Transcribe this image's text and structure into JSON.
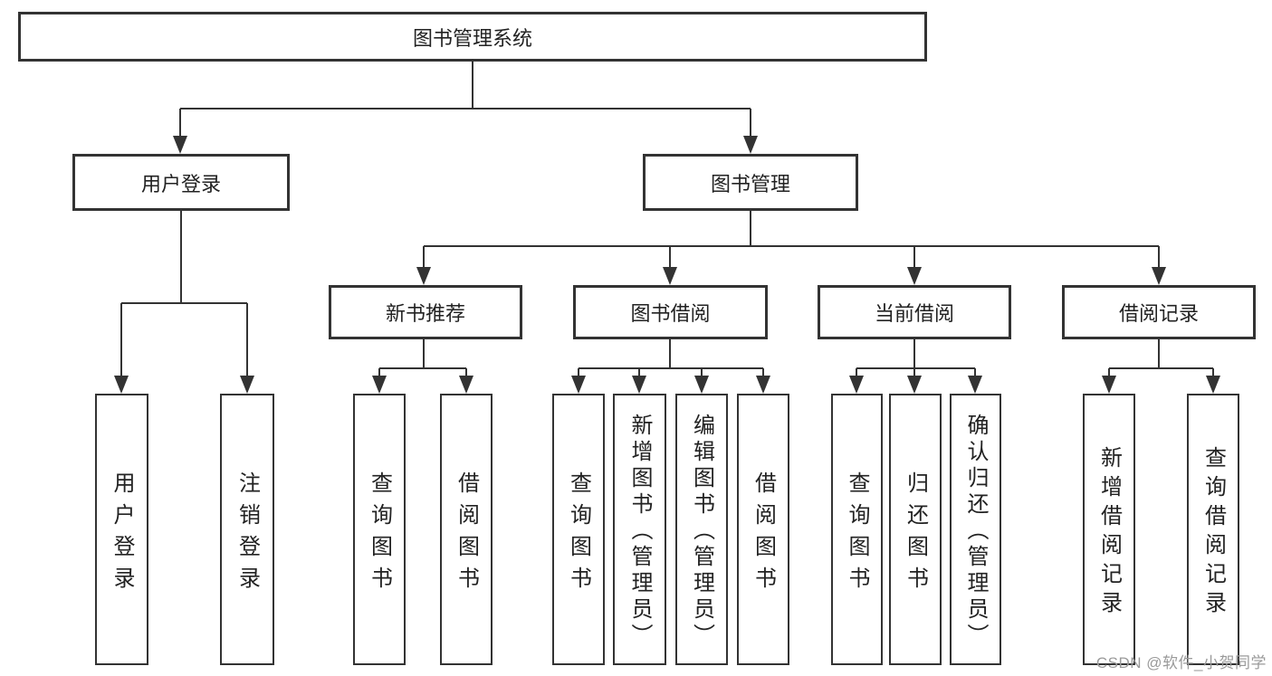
{
  "diagram": {
    "root": {
      "label": "图书管理系统"
    },
    "level2": [
      {
        "label": "用户登录"
      },
      {
        "label": "图书管理"
      }
    ],
    "level3": [
      {
        "label": "新书推荐",
        "parent": "图书管理"
      },
      {
        "label": "图书借阅",
        "parent": "图书管理"
      },
      {
        "label": "当前借阅",
        "parent": "图书管理"
      },
      {
        "label": "借阅记录",
        "parent": "图书管理"
      }
    ],
    "leaves": [
      {
        "label": "用户登录",
        "parent": "用户登录"
      },
      {
        "label": "注销登录",
        "parent": "用户登录"
      },
      {
        "label": "查询图书",
        "parent": "新书推荐"
      },
      {
        "label": "借阅图书",
        "parent": "新书推荐"
      },
      {
        "label": "查询图书",
        "parent": "图书借阅"
      },
      {
        "label": "新增图书（管理员）",
        "parent": "图书借阅"
      },
      {
        "label": "编辑图书（管理员）",
        "parent": "图书借阅"
      },
      {
        "label": "借阅图书",
        "parent": "图书借阅"
      },
      {
        "label": "查询图书",
        "parent": "当前借阅"
      },
      {
        "label": "归还图书",
        "parent": "当前借阅"
      },
      {
        "label": "确认归还（管理员）",
        "parent": "当前借阅"
      },
      {
        "label": "新增借阅记录",
        "parent": "借阅记录"
      },
      {
        "label": "查询借阅记录",
        "parent": "借阅记录"
      }
    ],
    "watermark": "CSDN @软件_小贺同学",
    "colors": {
      "line": "#333333",
      "border": "#333333",
      "text": "#222222",
      "watermark": "#9a9a9a",
      "background": "#ffffff"
    }
  }
}
